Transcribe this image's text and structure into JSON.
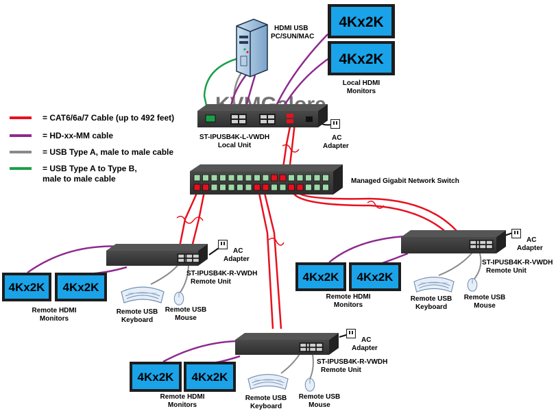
{
  "colors": {
    "cat_cable": "#e8101e",
    "hdmi_cable": "#8e2a8e",
    "usb_cable": "#8a8a8a",
    "usb_ab_cable": "#1aa04a",
    "monitor_screen": "#1aa3e8",
    "device_body": "#3a3a3a"
  },
  "legend": [
    {
      "line1": "= CAT6/6a/7 Cable (up to 492 feet)",
      "line2": "",
      "color_key": "cat_cable"
    },
    {
      "line1": "= HD-xx-MM cable",
      "line2": "",
      "color_key": "hdmi_cable"
    },
    {
      "line1": "= USB Type A, male to male cable",
      "line2": "",
      "color_key": "usb_cable"
    },
    {
      "line1": "= USB Type A to Type B,",
      "line2": "male to male cable",
      "color_key": "usb_ab_cable"
    }
  ],
  "watermark": "KVMGalore",
  "computer": {
    "label_line1": "HDMI USB",
    "label_line2": "PC/SUN/MAC",
    "icon": "computer-tower-icon"
  },
  "monitor_text": "4Kx2K",
  "local_monitors_label": {
    "line1": "Local HDMI",
    "line2": "Monitors"
  },
  "local_unit": {
    "name": "ST-IPUSB4K-L-VWDH",
    "role": "Local Unit"
  },
  "ac_adapter": {
    "line1": "AC",
    "line2": "Adapter"
  },
  "switch_label": "Managed Gigabit Network Switch",
  "remote_unit": {
    "name": "ST-IPUSB4K-R-VWDH",
    "role": "Remote Unit"
  },
  "remote_monitors": {
    "line1": "Remote HDMI",
    "line2": "Monitors"
  },
  "remote_keyboard": {
    "line1": "Remote USB",
    "line2": "Keyboard"
  },
  "remote_mouse": {
    "line1": "Remote USB",
    "line2": "Mouse"
  }
}
